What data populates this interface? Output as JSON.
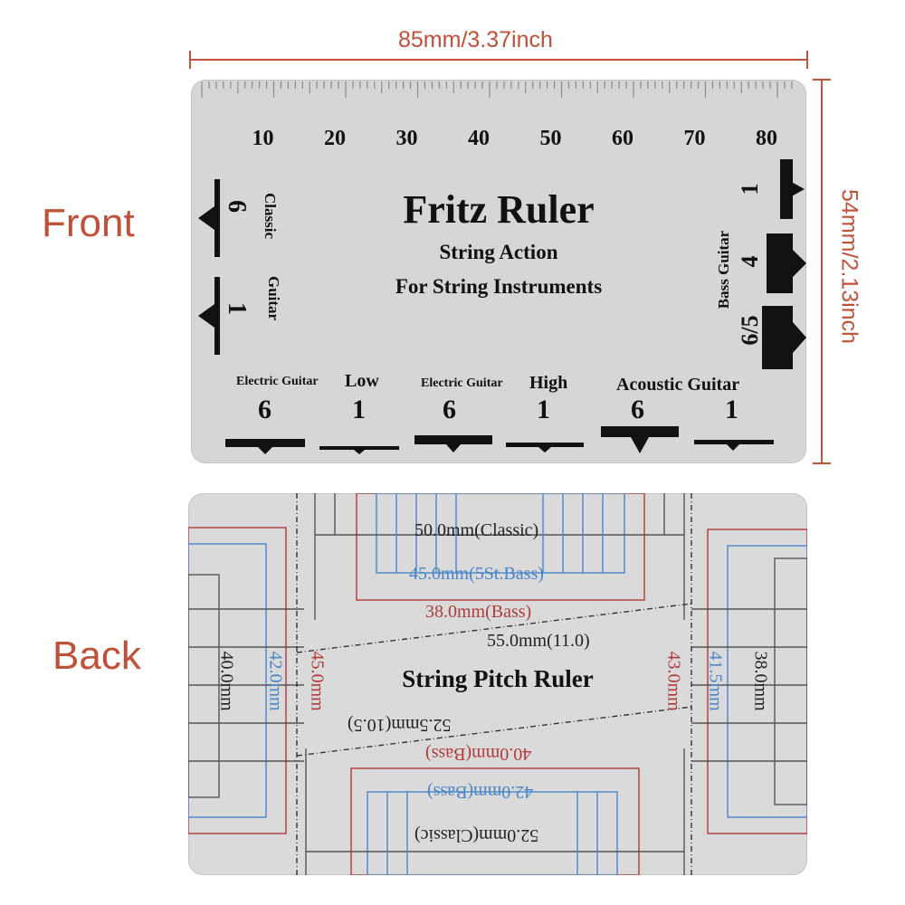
{
  "labels": {
    "front": "Front",
    "back": "Back"
  },
  "dimensions": {
    "width": "85mm/3.37inch",
    "height": "54mm/2.13inch"
  },
  "front": {
    "ruler_numbers": [
      "10",
      "20",
      "30",
      "40",
      "50",
      "60",
      "70",
      "80"
    ],
    "title": "Fritz Ruler",
    "subtitle1": "String Action",
    "subtitle2": "For String Instruments",
    "classic_guitar": {
      "label1": "Classic",
      "label2": "Guitar",
      "num_top": "6",
      "num_bottom": "1"
    },
    "bass_guitar": {
      "label": "Bass Guitar",
      "num1": "1",
      "num2": "4",
      "num3": "6/5"
    },
    "bottom_groups": [
      {
        "name": "Electric Guitar",
        "extra": "Low",
        "n1": "6",
        "n2": "1"
      },
      {
        "name": "Electric Guitar",
        "extra": "High",
        "n1": "6",
        "n2": "1"
      },
      {
        "name": "Acoustic Guitar",
        "extra": "",
        "n1": "6",
        "n2": "1"
      }
    ]
  },
  "back": {
    "title": "String Pitch Ruler",
    "m_50_classic": "50.0mm(Classic)",
    "m_45_5st_bass": "45.0mm(5St.Bass)",
    "m_38_bass": "38.0mm(Bass)",
    "m_55": "55.0mm(11.0)",
    "m_52_5": "52.5mm(10.5)",
    "m_40_bass": "40.0mm(Bass)",
    "m_42_bass": "42.0mm(Bass)",
    "m_52_classic": "52.0mm(Classic)",
    "m_40": "40.0mm",
    "m_42": "42.0mm",
    "m_45": "45.0mm",
    "m_43": "43.0mm",
    "m_41_5": "41.5mm",
    "m_38": "38.0mm"
  },
  "colors": {
    "accent": "#c0503a",
    "red": "#b03a3a",
    "blue": "#4a86c8",
    "card": "#d6d6d6"
  }
}
